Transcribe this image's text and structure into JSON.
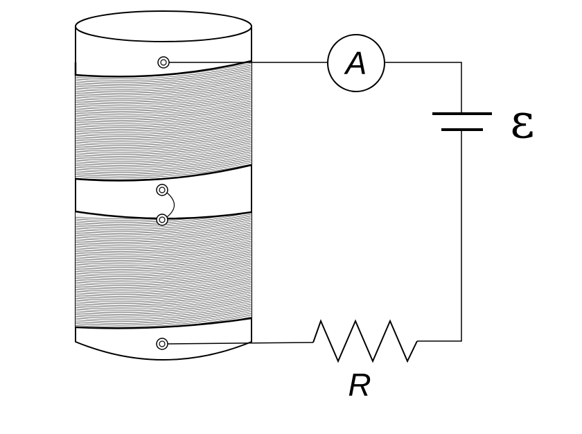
{
  "labels": {
    "ammeter": "A",
    "emf": "ε",
    "resistor": "R"
  },
  "colors": {
    "line": "#000000",
    "background": "#ffffff",
    "coil_fill": "#f4f4f4"
  }
}
